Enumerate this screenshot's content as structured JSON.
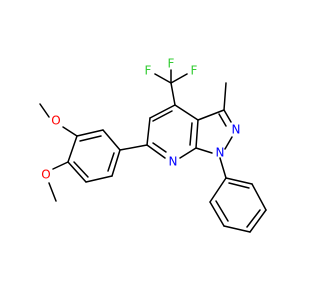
{
  "molecule": {
    "atom_labels": {
      "F1": "F",
      "F2": "F",
      "F3": "F",
      "N_ring": "N",
      "N_pyridine": "N",
      "N_pyrazole": "N",
      "O1": "O",
      "O2": "O"
    },
    "colors": {
      "bond": "#000000",
      "nitrogen": "#0000ff",
      "oxygen": "#ff0000",
      "fluorine": "#33cc33"
    }
  }
}
